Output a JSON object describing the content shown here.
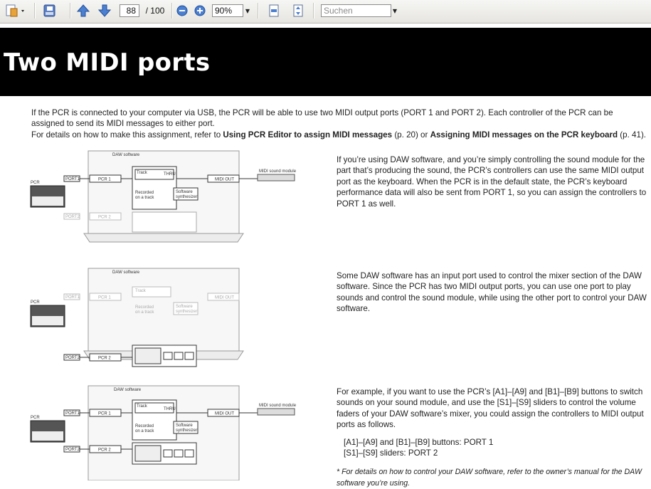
{
  "toolbar": {
    "page_current": "88",
    "page_total": "/ 100",
    "zoom": "90%",
    "search_placeholder": "Suchen"
  },
  "page": {
    "title": "Two MIDI ports",
    "intro": {
      "p1": "If the PCR is connected to your computer via USB, the PCR will be able to use two MIDI output ports (PORT 1 and PORT 2). Each controller of the PCR can be assigned to send its MIDI messages to either port.",
      "p2_pre": "For details on how to make this assignment, refer to ",
      "p2_link1": "Using PCR Editor to assign MIDI messages",
      "p2_mid": " (p. 20) or ",
      "p2_link2": "Assigning MIDI messages on the PCR keyboard",
      "p2_post": " (p. 41)."
    },
    "sections": [
      {
        "text": "If you’re using DAW software, and you’re simply controlling the sound module for the part that’s producing the sound, the PCR’s controllers can use the same MIDI output port as the keyboard. When the PCR is in the default state, the PCR’s keyboard performance data will also be sent from PORT 1, so you can assign the controllers to PORT 1 as well."
      },
      {
        "text": "Some DAW software has an input port used to control the mixer section of the DAW software. Since the PCR has two MIDI output ports, you can use one port to play sounds and control the sound module, while using the other port to control your DAW software."
      },
      {
        "text": "For example, if you want to use the PCR’s [A1]–[A9] and [B1]–[B9] buttons to switch sounds on your sound module, and use the [S1]–[S9] sliders to control the volume faders of your DAW software’s mixer, you could assign the controllers to MIDI output ports as follows.",
        "list": [
          "[A1]–[A9] and [B1]–[B9] buttons: PORT 1",
          "[S1]–[S9] sliders: PORT 2"
        ],
        "note": "*  For details on how to control your DAW software, refer to the owner’s manual for the DAW software you’re using."
      }
    ],
    "diagram": {
      "daw_software": "DAW software",
      "pcr": "PCR",
      "port1": "PORT1",
      "port2": "PORT2",
      "pcr1": "PCR 1",
      "pcr2": "PCR 2",
      "track": "Track",
      "thru": "THRU",
      "midi_out": "MIDI OUT",
      "recorded": "Recorded",
      "on_track": "on a track",
      "software": "Software",
      "synthesizer": "synthesizer",
      "sound_module": "MIDI sound module"
    }
  }
}
